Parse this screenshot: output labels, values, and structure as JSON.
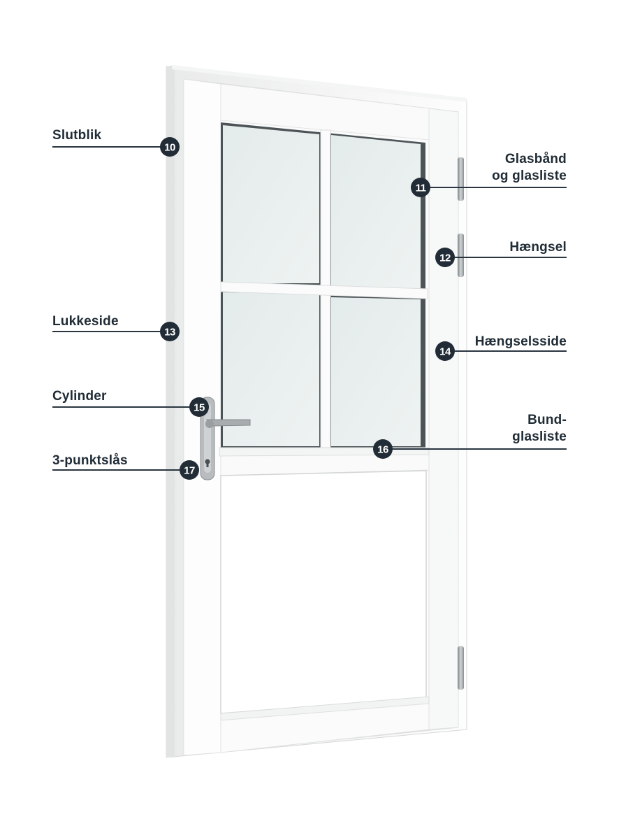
{
  "colors": {
    "background": "#ffffff",
    "leader_line": "#2a3540",
    "badge": "#222c36",
    "badge_text": "#ffffff",
    "label_text": "#1f2b35",
    "glass": "#e6eded",
    "door_white": "#fbfbfb",
    "hardware": "#9ea3a6"
  },
  "callouts": [
    {
      "id": "10",
      "lines": [
        "Slutblik"
      ],
      "side": "left"
    },
    {
      "id": "11",
      "lines": [
        "Glasbånd",
        "og glasliste"
      ],
      "side": "right"
    },
    {
      "id": "12",
      "lines": [
        "Hængsel"
      ],
      "side": "right"
    },
    {
      "id": "13",
      "lines": [
        "Lukkeside"
      ],
      "side": "left"
    },
    {
      "id": "14",
      "lines": [
        "Hængselsside"
      ],
      "side": "right"
    },
    {
      "id": "15",
      "lines": [
        "Cylinder"
      ],
      "side": "left"
    },
    {
      "id": "16",
      "lines": [
        "Bund-",
        "glasliste"
      ],
      "side": "right"
    },
    {
      "id": "17",
      "lines": [
        "3-punktslås"
      ],
      "side": "left"
    }
  ]
}
